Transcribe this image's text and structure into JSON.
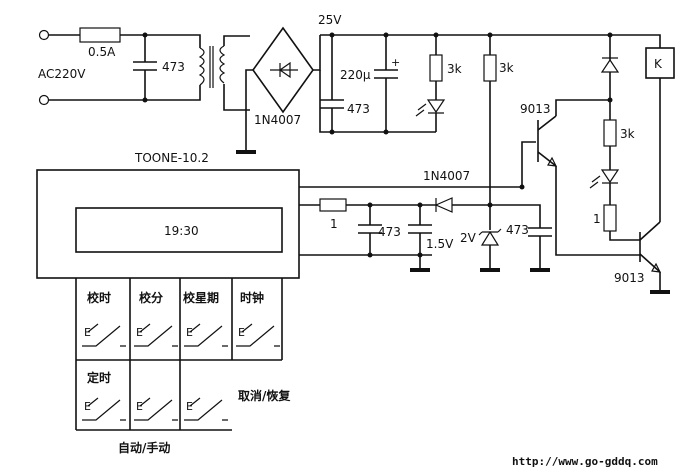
{
  "mains": {
    "label": "AC220V",
    "fuse": "0.5A",
    "cap": "473"
  },
  "rectifier": {
    "diode": "1N4007",
    "rail": "25V"
  },
  "filter": {
    "electrolytic": "220μ",
    "cap": "473"
  },
  "led_branch": {
    "resistor": "3k"
  },
  "zener_branch": {
    "resistor": "3k",
    "zener": "2V",
    "cap": "473"
  },
  "clock": {
    "model": "TOONE-10.2",
    "display": "19:30",
    "keys": [
      "校时",
      "校分",
      "校星期",
      "时钟",
      "定时",
      "取消/恢复"
    ],
    "mode_label": "自动/手动"
  },
  "timer_output": {
    "diode": "1N4007",
    "resistor": "1",
    "cap": "473",
    "voltage": "1.5V"
  },
  "driver": {
    "transistor_top": "9013",
    "transistor_bottom": "9013",
    "resistor_top": "3k",
    "resistor_bottom": "1",
    "relay": "K"
  },
  "watermark": "http://www.go-gddq.com"
}
